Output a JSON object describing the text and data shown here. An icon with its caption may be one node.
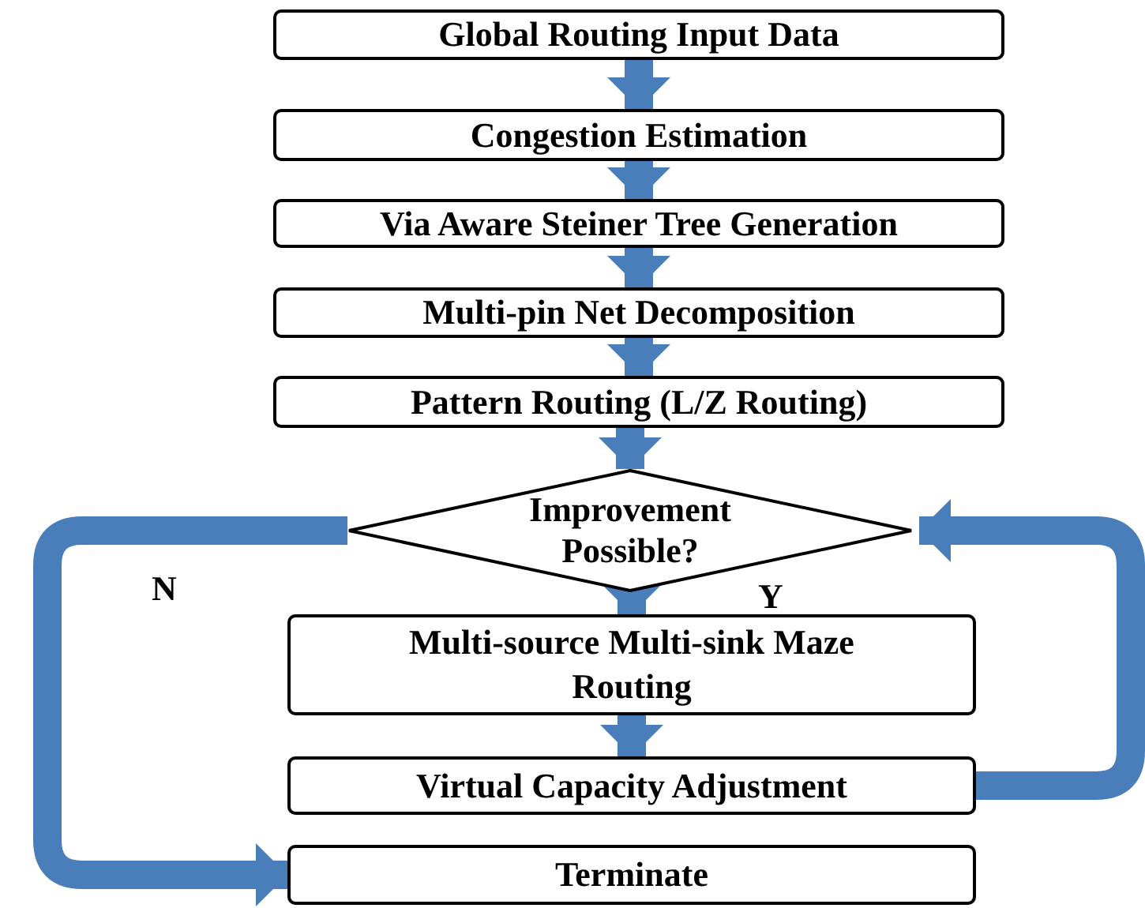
{
  "diagram": {
    "nodes": [
      {
        "text": [
          "Global Routing Input Data"
        ]
      },
      {
        "text": [
          "Congestion Estimation"
        ]
      },
      {
        "text": [
          "Via Aware Steiner Tree Generation"
        ]
      },
      {
        "text": [
          "Multi-pin Net Decomposition"
        ]
      },
      {
        "text": [
          "Pattern Routing (L/Z Routing)"
        ]
      },
      {
        "text": [
          "Improvement Possible?"
        ]
      },
      {
        "text": [
          "Multi-source Multi-sink Maze Routing"
        ]
      },
      {
        "text": [
          "Virtual Capacity Adjustment"
        ]
      },
      {
        "text": [
          "Terminate"
        ]
      }
    ],
    "edges": [
      {
        "from": 0,
        "to": 1,
        "arrow": "to"
      },
      {
        "from": 1,
        "to": 2,
        "arrow": "to"
      },
      {
        "from": 2,
        "to": 3,
        "arrow": "to"
      },
      {
        "from": 3,
        "to": 4,
        "arrow": "to"
      },
      {
        "from": 4,
        "to": 5,
        "arrow": "to"
      },
      {
        "from": 5,
        "to": 6,
        "arrow": "to",
        "label": "Y"
      },
      {
        "from": 6,
        "to": 7,
        "arrow": "to"
      },
      {
        "from": 7,
        "to": 5,
        "arrow": "to"
      },
      {
        "from": 5,
        "to": 8,
        "arrow": "to",
        "label": "N"
      }
    ]
  }
}
